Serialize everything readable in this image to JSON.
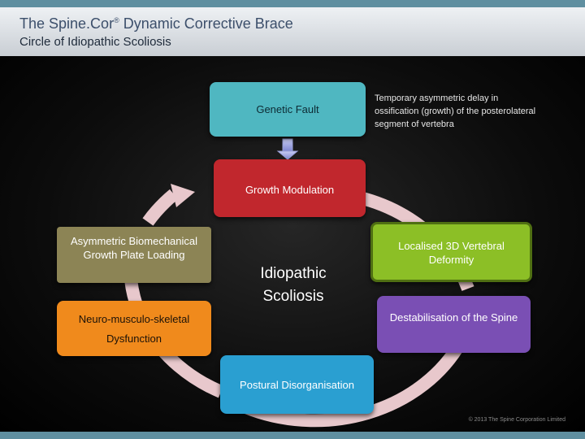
{
  "header": {
    "title_main": "The Spine.Cor",
    "title_reg": "®",
    "title_rest": " Dynamic Corrective Brace",
    "subtitle": "Circle of Idiopathic Scoliosis"
  },
  "diagram": {
    "genetic_fault": "Genetic Fault",
    "note": "Temporary asymmetric delay in ossification (growth) of the posterolateral segment of vertebra",
    "growth_modulation": "Growth Modulation",
    "localised_deformity": "Localised 3D Vertebral Deformity",
    "destabilisation": "Destabilisation of the Spine",
    "postural_disorganisation": "Postural Disorganisation",
    "neuro_dysfunction": "Neuro-musculo-skeletal Dysfunction",
    "asymmetric_loading": "Asymmetric Biomechanical Growth Plate Loading",
    "center_label": "Idiopathic Scoliosis"
  },
  "colors": {
    "genetic_fault": "#4fb7c1",
    "growth_modulation": "#c1272d",
    "localised_deformity": "#8cbf26",
    "destabilisation": "#7a4fb4",
    "postural_disorganisation": "#2a9fd1",
    "neuro_dysfunction": "#f08a1c",
    "asymmetric_loading": "#8c8455",
    "ring": "#e8c8cc"
  },
  "footer": {
    "copyright": "© 2013 The Spine Corporation Limited"
  }
}
